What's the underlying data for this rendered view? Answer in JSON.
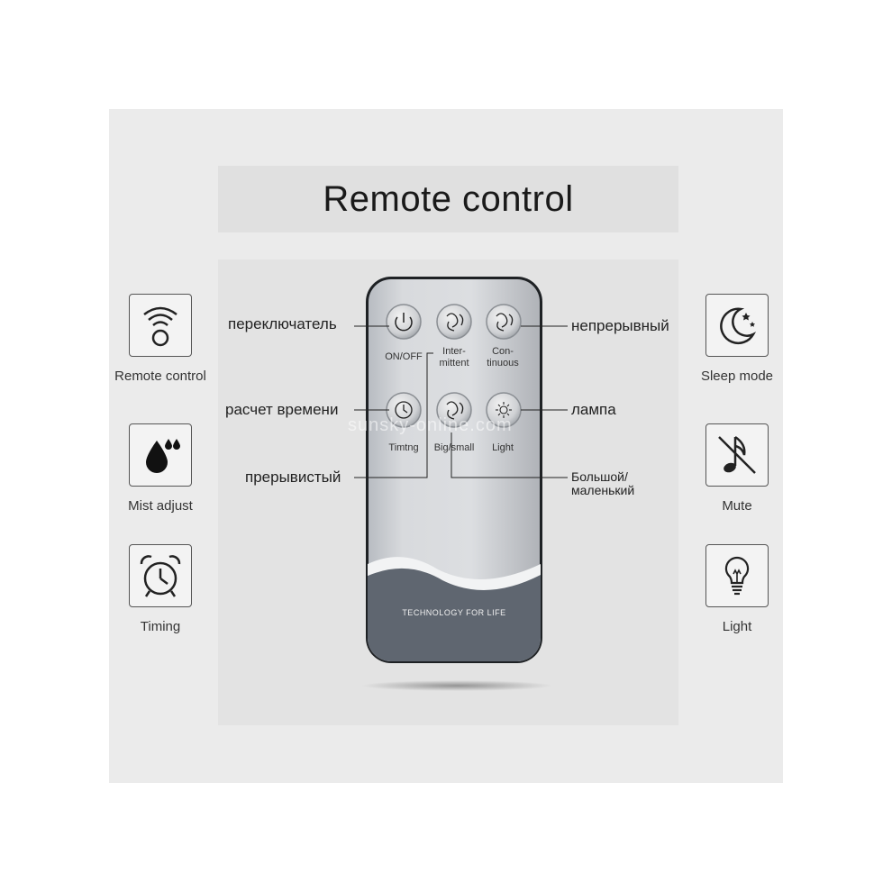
{
  "title": "Remote control",
  "features_left": [
    {
      "icon": "wifi-remote-icon",
      "label": "Remote control"
    },
    {
      "icon": "mist-drops-icon",
      "label": "Mist adjust"
    },
    {
      "icon": "alarm-clock-icon",
      "label": "Timing"
    }
  ],
  "features_right": [
    {
      "icon": "moon-stars-icon",
      "label": "Sleep mode"
    },
    {
      "icon": "music-note-icon",
      "label": "Mute"
    },
    {
      "icon": "light-bulb-icon",
      "label": "Light"
    }
  ],
  "remote": {
    "buttons": [
      {
        "icon": "power-icon",
        "label": "ON/OFF"
      },
      {
        "icon": "fan-icon",
        "label_line1": "Inter-",
        "label_line2": "mittent"
      },
      {
        "icon": "fan-icon",
        "label_line1": "Con-",
        "label_line2": "tinuous"
      },
      {
        "icon": "clock-icon",
        "label": "Timtng"
      },
      {
        "icon": "fan-icon",
        "label": "Big/small"
      },
      {
        "icon": "sun-icon",
        "label": "Light"
      }
    ],
    "brand_text": "TECHNOLOGY FOR LIFE"
  },
  "annotations": {
    "switch": "переключатель",
    "continuous": "непрерывный",
    "timer": "расчет времени",
    "lamp": "лампа",
    "intermittent": "прерывистый",
    "big_small_line1": "Большой/",
    "big_small_line2": "маленький"
  },
  "watermark": "sunsky-online.com"
}
